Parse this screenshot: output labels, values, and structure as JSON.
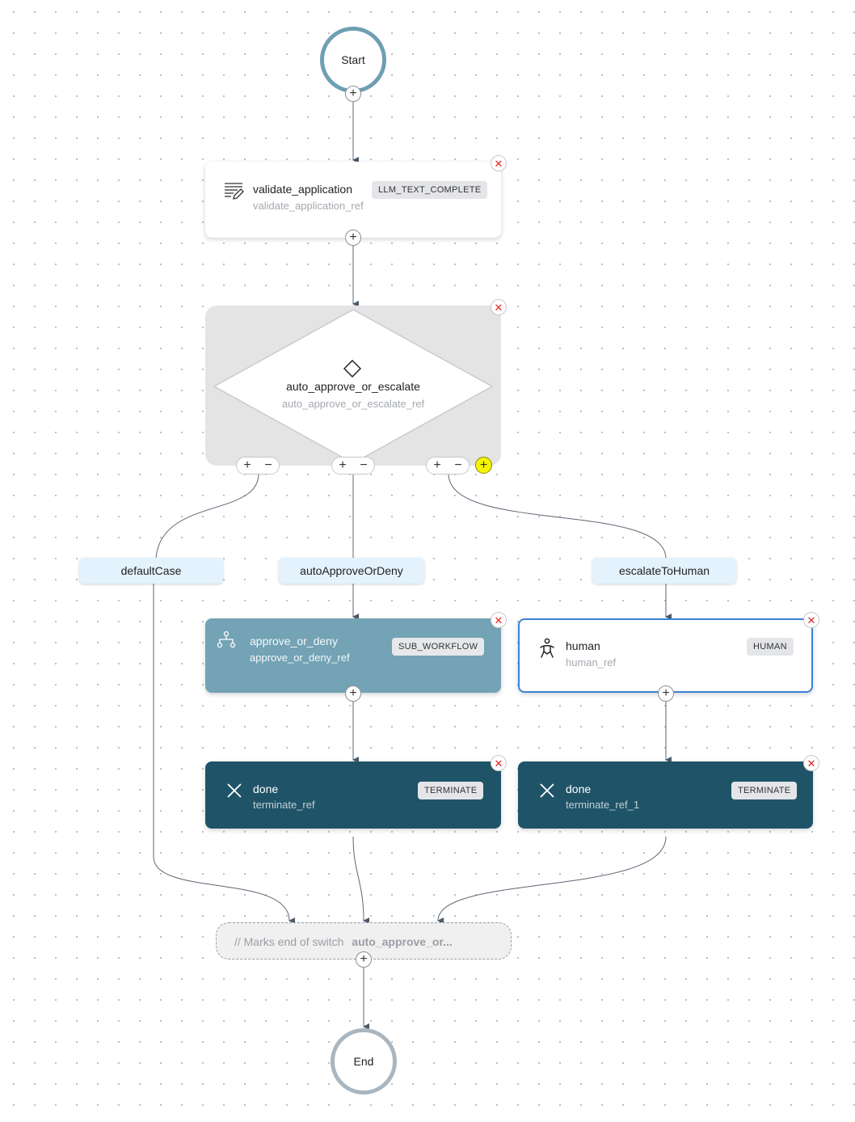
{
  "start": {
    "label": "Start"
  },
  "end": {
    "label": "End"
  },
  "tasks": {
    "validate": {
      "name": "validate_application",
      "ref": "validate_application_ref",
      "type": "LLM_TEXT_COMPLETE",
      "icon": "llm-text-icon"
    },
    "switch": {
      "name": "auto_approve_or_escalate",
      "ref": "auto_approve_or_escalate_ref",
      "icon": "diamond-icon"
    },
    "approve": {
      "name": "approve_or_deny",
      "ref": "approve_or_deny_ref",
      "type": "SUB_WORKFLOW",
      "icon": "sub-workflow-icon"
    },
    "human": {
      "name": "human",
      "ref": "human_ref",
      "type": "HUMAN",
      "icon": "human-icon"
    },
    "done1": {
      "name": "done",
      "ref": "terminate_ref",
      "type": "TERMINATE",
      "icon": "terminate-x-icon"
    },
    "done2": {
      "name": "done",
      "ref": "terminate_ref_1",
      "type": "TERMINATE",
      "icon": "terminate-x-icon"
    }
  },
  "cases": {
    "default": "defaultCase",
    "auto": "autoApproveOrDeny",
    "escalate": "escalateToHuman"
  },
  "join": {
    "prefix": "// Marks end of switch",
    "name": "auto_approve_or..."
  },
  "controls": {
    "plus": "+",
    "minus": "−",
    "close": "✕"
  },
  "colors": {
    "start_border": "#6e9fb3",
    "end_border": "#a9b6bf",
    "sub_workflow_bg": "#73a3b4",
    "terminate_bg": "#1f5468",
    "selected_border": "#3b82d6",
    "case_label_bg": "#e3f2fd",
    "add_case_highlight": "#f5f500",
    "delete_red": "#e02424"
  }
}
